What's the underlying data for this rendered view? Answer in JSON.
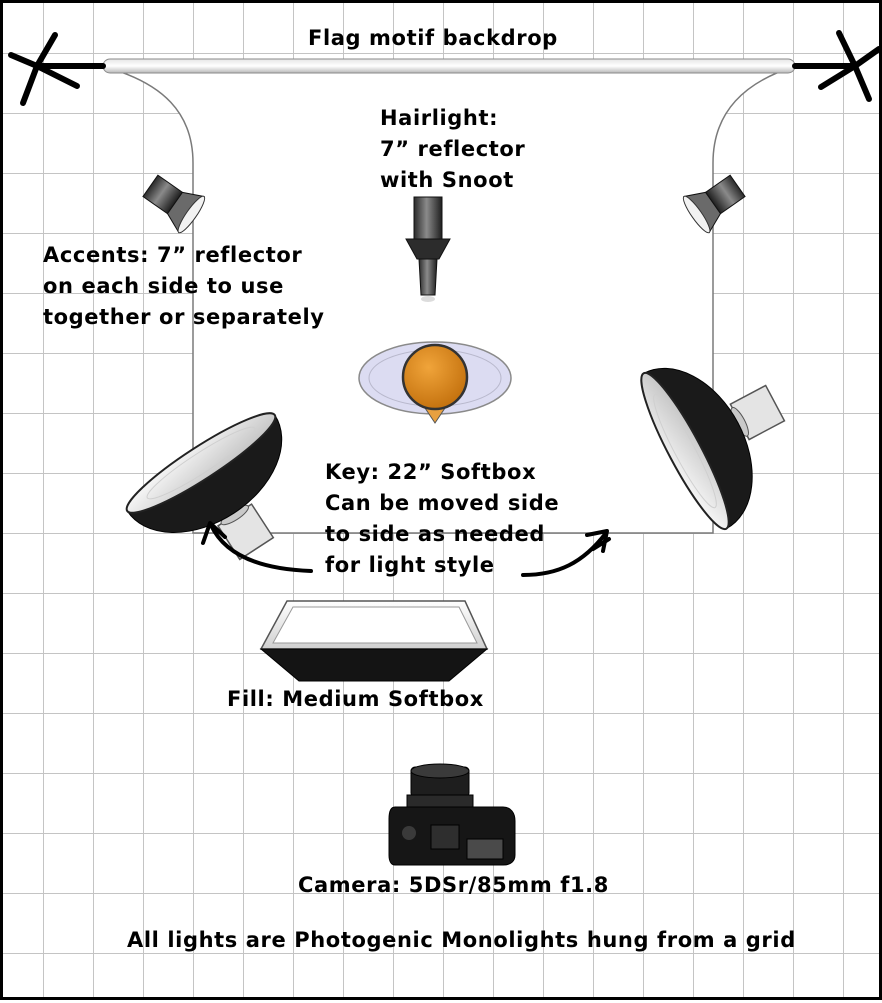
{
  "labels": {
    "backdrop": "Flag motif backdrop",
    "hairlight": "Hairlight:\n7” reflector\nwith Snoot",
    "accents": "Accents: 7” reflector\non each side to use\ntogether or separately",
    "key": "Key: 22” Softbox\nCan be moved side\nto side as needed\nfor light style",
    "fill": "Fill: Medium Softbox",
    "camera": "Camera: 5DSr/85mm f1.8",
    "note": "All lights are Photogenic Monolights hung from a grid"
  },
  "colors": {
    "subject": "#e08a1a",
    "subject_halo": "#dcdcf2",
    "grid": "#c4c4c4",
    "backdrop": "#ffffff",
    "ink": "#000000"
  },
  "icons": [
    "backdrop-stand-icon",
    "reflector-icon",
    "snoot-icon",
    "softbox-icon",
    "beauty-dish-icon",
    "camera-icon",
    "arrow-icon"
  ]
}
